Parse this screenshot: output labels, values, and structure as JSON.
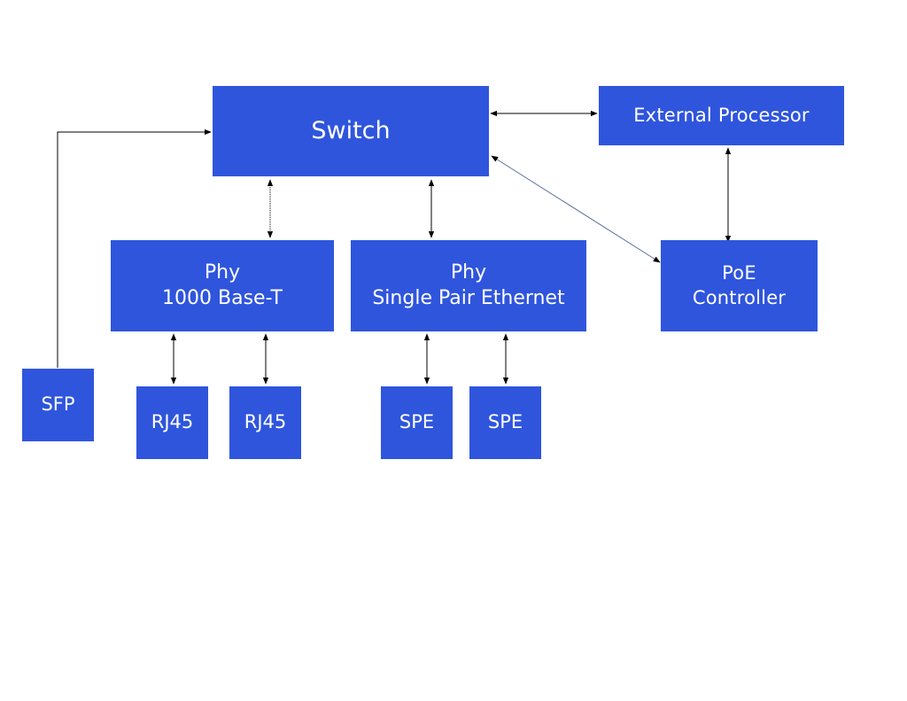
{
  "diagram": {
    "nodes": {
      "switch": {
        "lines": [
          "Switch"
        ]
      },
      "external_processor": {
        "lines": [
          "External Processor"
        ]
      },
      "phy_1000": {
        "lines": [
          "Phy",
          "1000 Base-T"
        ]
      },
      "phy_spe": {
        "lines": [
          "Phy",
          "Single Pair Ethernet"
        ]
      },
      "poe": {
        "lines": [
          "PoE",
          "Controller"
        ]
      },
      "sfp": {
        "lines": [
          "SFP"
        ]
      },
      "rj45_a": {
        "lines": [
          "RJ45"
        ]
      },
      "rj45_b": {
        "lines": [
          "RJ45"
        ]
      },
      "spe_a": {
        "lines": [
          "SPE"
        ]
      },
      "spe_b": {
        "lines": [
          "SPE"
        ]
      }
    },
    "connections": [
      {
        "from": "switch",
        "to": "external_processor",
        "style": "bidirectional"
      },
      {
        "from": "external_processor",
        "to": "poe",
        "style": "bidirectional"
      },
      {
        "from": "switch",
        "to": "poe",
        "style": "bidirectional"
      },
      {
        "from": "switch",
        "to": "phy_1000",
        "style": "bidirectional"
      },
      {
        "from": "switch",
        "to": "phy_spe",
        "style": "bidirectional"
      },
      {
        "from": "sfp",
        "to": "switch",
        "style": "directed"
      },
      {
        "from": "phy_1000",
        "to": "rj45_a",
        "style": "bidirectional"
      },
      {
        "from": "phy_1000",
        "to": "rj45_b",
        "style": "bidirectional"
      },
      {
        "from": "phy_spe",
        "to": "spe_a",
        "style": "bidirectional"
      },
      {
        "from": "phy_spe",
        "to": "spe_b",
        "style": "bidirectional"
      }
    ],
    "colors": {
      "node_fill": "#2f55dd",
      "node_text": "#ffffff",
      "connector": "#000000",
      "connector_alt": "#5a6e99"
    }
  }
}
